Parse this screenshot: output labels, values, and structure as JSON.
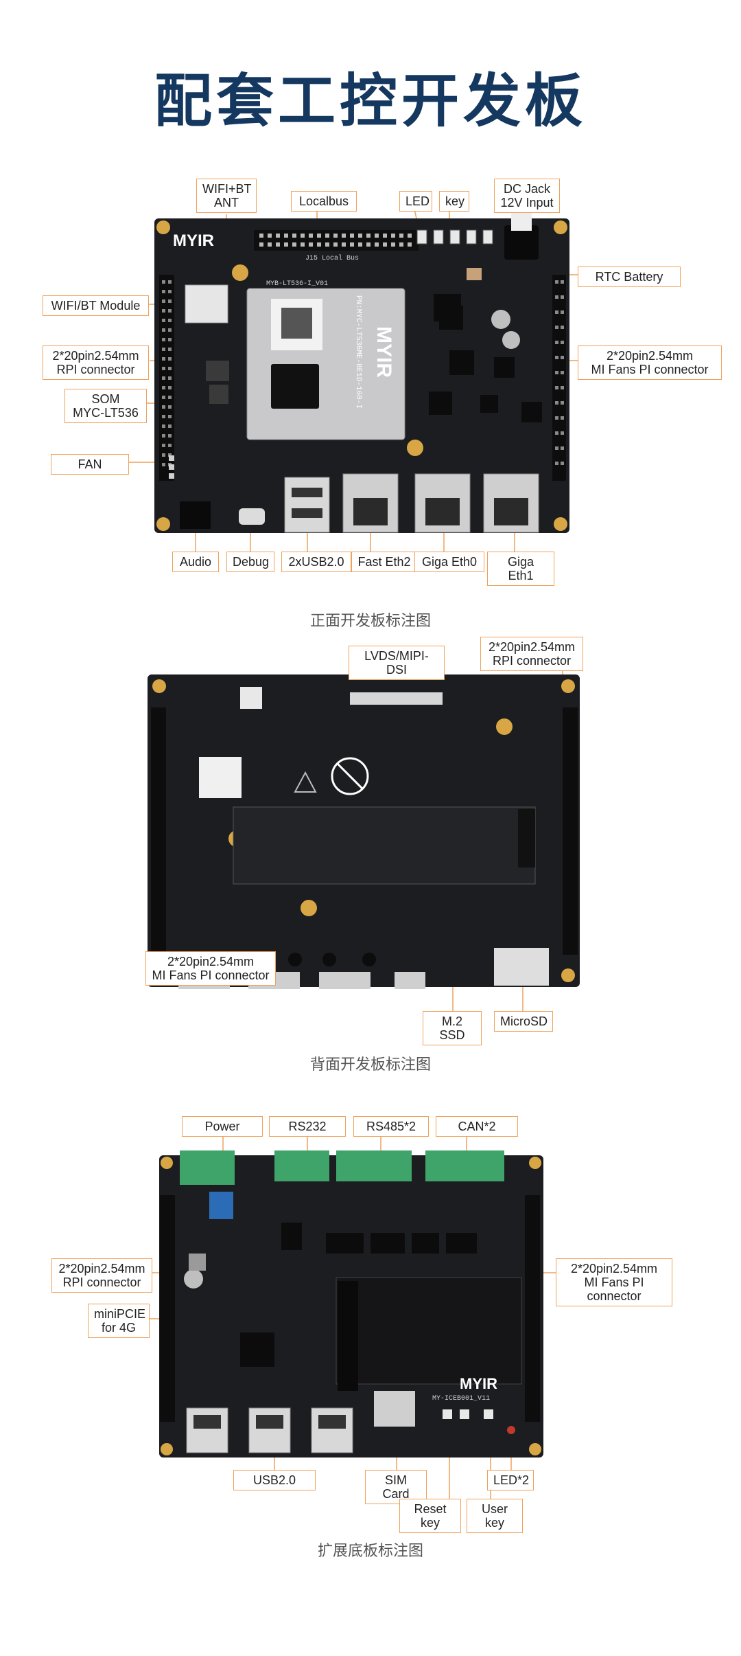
{
  "title": "配套工控开发板",
  "board_front": {
    "caption": "正面开发板标注图",
    "silk_brand": "MYIR",
    "silk_bus": "J15 Local Bus",
    "silk_model": "MYB-LT536-I_V01",
    "som_mark": "MYIR",
    "som_text": "PN:MYC-LT536ME-8E1D-160-I",
    "labels": {
      "wifi_ant": "WIFI+BT\nANT",
      "localbus": "Localbus",
      "led": "LED",
      "key": "key",
      "dcjack": "DC Jack\n12V Input",
      "rtc": "RTC Battery",
      "wifi_module": "WIFI/BT Module",
      "rpi": "2*20pin2.54mm\nRPI connector",
      "mifans": "2*20pin2.54mm\nMI Fans PI connector",
      "som": "SOM\nMYC-LT536",
      "fan": "FAN",
      "audio": "Audio",
      "debug": "Debug",
      "usb": "2xUSB2.0",
      "eth2": "Fast Eth2",
      "eth0": "Giga Eth0",
      "eth1": "Giga Eth1"
    }
  },
  "board_back": {
    "caption": "背面开发板标注图",
    "labels": {
      "lvds": "LVDS/MIPI-DSI",
      "rpi": "2*20pin2.54mm\nRPI connector",
      "mifans": "2*20pin2.54mm\nMI Fans PI connector",
      "m2": "M.2 SSD",
      "microsd": "MicroSD"
    }
  },
  "board_base": {
    "caption": "扩展底板标注图",
    "silk_brand": "MYIR",
    "silk_model": "MY-ICEB001_V11",
    "labels": {
      "power": "Power",
      "rs232": "RS232",
      "rs485": "RS485*2",
      "can": "CAN*2",
      "rpi": "2*20pin2.54mm\nRPI connector",
      "mifans": "2*20pin2.54mm\nMI Fans PI connector",
      "minipcie": "miniPCIE\nfor 4G",
      "usb": "USB2.0",
      "sim": "SIM Card",
      "led2": "LED*2",
      "reset": "Reset key",
      "user": "User key"
    }
  },
  "colors": {
    "title": "#14385f",
    "label_border": "#f0a15a",
    "pcb": "#1c1d20",
    "terminal": "#3fa46a"
  }
}
